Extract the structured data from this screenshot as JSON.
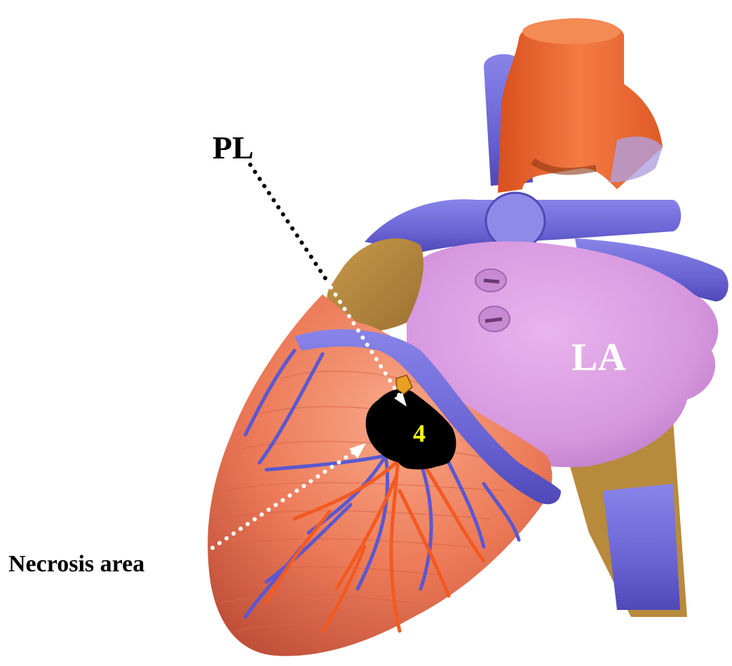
{
  "labels": {
    "pl": "PL",
    "la": "LA",
    "number": "4",
    "necrosis": "Necrosis area"
  },
  "colors": {
    "aorta": "#f0642c",
    "aorta_shadow": "#c8461a",
    "vein_blue": "#6a64d4",
    "vein_blue_light": "#8a86e6",
    "left_atrium": "#d89ae0",
    "left_atrium_shadow": "#b676c2",
    "ventricle": "#ec7a58",
    "ventricle_light": "#f59c7c",
    "coronary_artery": "#f25a22",
    "coronary_vein": "#5a58d0",
    "fat": "#b88a3c",
    "necrosis": "#000000",
    "number_text": "#ffff00",
    "white_label": "#ffffff",
    "black_label": "#000000"
  }
}
